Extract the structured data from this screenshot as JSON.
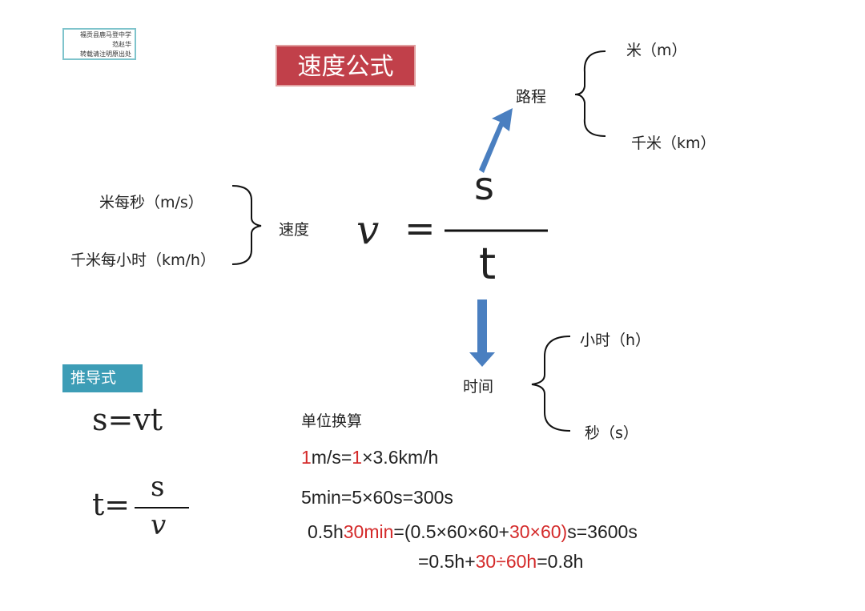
{
  "stamp": {
    "line1": "福贡县鹿马登中学",
    "line2": "范赵华",
    "line3": "转载请注明原出处"
  },
  "title": "速度公式",
  "formula": {
    "v": "v",
    "equals": "=",
    "s": "s",
    "t": "t"
  },
  "distance": {
    "label": "路程",
    "units": [
      "米（m）",
      "千米（km）"
    ]
  },
  "speed": {
    "label": "速度",
    "units": [
      "米每秒（m/s）",
      "千米每小时（km/h）"
    ]
  },
  "time": {
    "label": "时间",
    "units": [
      "小时（h）",
      "秒（s）"
    ]
  },
  "derived": {
    "badge": "推导式",
    "f1": "s=vt",
    "f2_left": "t=",
    "f2_num": "s",
    "f2_den": "v"
  },
  "conversion": {
    "heading": "单位换算",
    "lines": [
      [
        {
          "t": "1",
          "red": true
        },
        {
          "t": "m/s=",
          "red": false
        },
        {
          "t": "1",
          "red": true
        },
        {
          "t": "×3.6km/h",
          "red": false
        }
      ],
      [
        {
          "t": "5min=5×60s=300s",
          "red": false
        }
      ],
      [
        {
          "t": "0.5h",
          "red": false
        },
        {
          "t": "30min",
          "red": true
        },
        {
          "t": "=(0.5×60×60+",
          "red": false
        },
        {
          "t": "30×60)",
          "red": true
        },
        {
          "t": "s=3600s",
          "red": false
        }
      ],
      [
        {
          "t": "=0.5h+",
          "red": false
        },
        {
          "t": "30÷60h",
          "red": true
        },
        {
          "t": "=0.8h",
          "red": false
        }
      ]
    ]
  },
  "colors": {
    "accent_red": "#d42a2a",
    "title_bg": "#c1404a",
    "badge_bg": "#3d9db6",
    "arrow": "#4a7fc0"
  }
}
